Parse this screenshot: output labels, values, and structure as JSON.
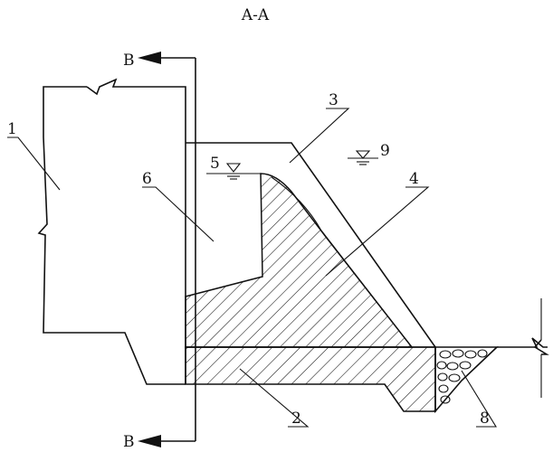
{
  "section_title": "A-A",
  "section_marks": {
    "top": "B",
    "bottom": "B"
  },
  "callouts": {
    "c1": "1",
    "c2": "2",
    "c3": "3",
    "c4": "4",
    "c5": "5",
    "c6": "6",
    "c8": "8",
    "c9": "9"
  },
  "colors": {
    "line": "#111111",
    "background": "#ffffff"
  }
}
